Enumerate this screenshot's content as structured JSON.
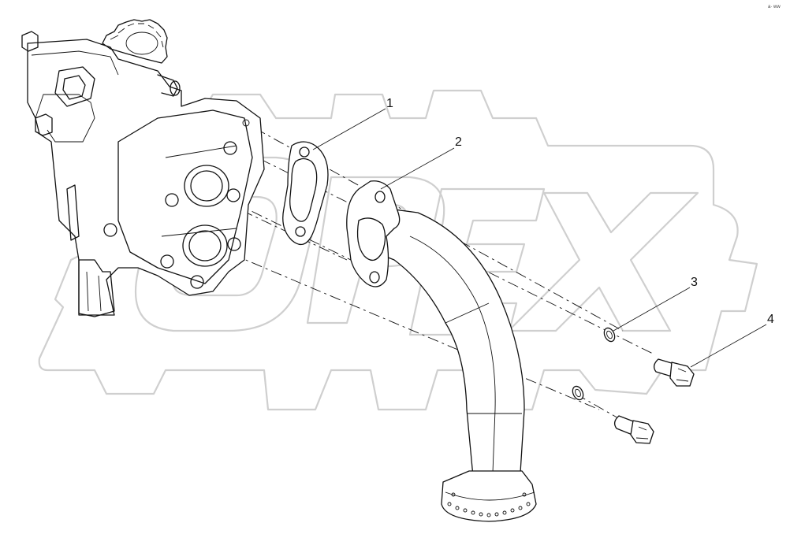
{
  "diagram": {
    "corner_mark": "a· ww",
    "callouts": [
      {
        "label": "1"
      },
      {
        "label": "2"
      },
      {
        "label": "3"
      },
      {
        "label": "4"
      }
    ],
    "watermark": {
      "text": "OPEX"
    }
  }
}
